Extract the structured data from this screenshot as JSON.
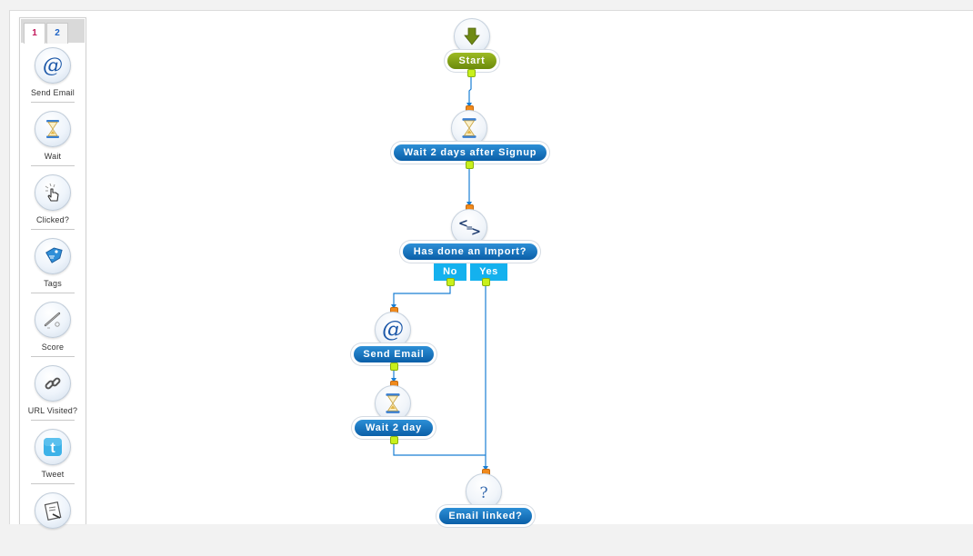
{
  "palette": {
    "tabs": [
      "1",
      "2"
    ],
    "items": [
      {
        "label": "Send Email",
        "icon": "at-sign-icon"
      },
      {
        "label": "Wait",
        "icon": "hourglass-icon"
      },
      {
        "label": "Clicked?",
        "icon": "pointer-hand-icon"
      },
      {
        "label": "Tags",
        "icon": "tag-icon"
      },
      {
        "label": "Score",
        "icon": "score-pen-icon"
      },
      {
        "label": "URL Visited?",
        "icon": "link-icon"
      },
      {
        "label": "Tweet",
        "icon": "twitter-icon"
      },
      {
        "label": "",
        "icon": "notes-icon"
      }
    ]
  },
  "flow": {
    "start": {
      "label": "Start",
      "icon": "down-arrow-icon"
    },
    "wait_signup": {
      "label": "Wait 2 days after Signup",
      "icon": "hourglass-icon"
    },
    "condition": {
      "label": "Has done an Import?",
      "icon": "compare-icon"
    },
    "branch_no": "No",
    "branch_yes": "Yes",
    "send_email": {
      "label": "Send Email",
      "icon": "at-sign-icon"
    },
    "wait_2day": {
      "label": "Wait 2 day",
      "icon": "hourglass-icon"
    },
    "email_linked": {
      "label": "Email linked?",
      "icon": "question-icon"
    }
  },
  "colors": {
    "accent_blue": "#0a5fa8",
    "start_green": "#7a9a12",
    "branch_cyan": "#14b1ee",
    "connector_orange": "#f08a1c",
    "connector_green": "#c8f01c"
  }
}
